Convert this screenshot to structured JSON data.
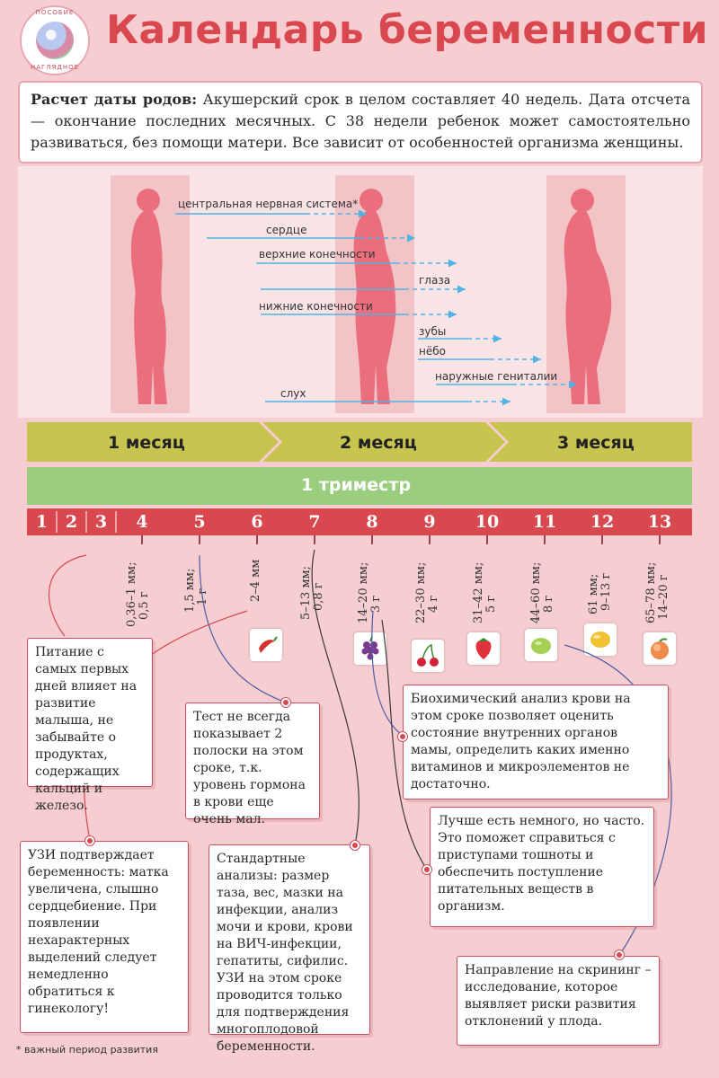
{
  "header": {
    "logo_top": "ПОСОБИЕ",
    "logo_bottom": "НАГЛЯДНОЕ",
    "title": "Календарь беременности"
  },
  "intro": {
    "lead": "Расчет даты родов:",
    "text": " Акушерский срок в целом составляет 40 недель. Дата отсчета — окончание последних месячных. С 38 недели ребенок может самостоятельно развиваться, без помощи матери. Все зависит от особенностей организма женщины."
  },
  "organs": [
    "центральная нервная система*",
    "сердце",
    "верхние конечности",
    "глаза",
    "нижние конечности",
    "зубы",
    "нёбо",
    "наружные гениталии",
    "слух"
  ],
  "months": [
    "1 месяц",
    "2 месяц",
    "3 месяц"
  ],
  "trimester": "1 триместр",
  "weeks": [
    "1",
    "2",
    "3",
    "4",
    "5",
    "6",
    "7",
    "8",
    "9",
    "10",
    "11",
    "12",
    "13"
  ],
  "sizes": [
    {
      "week": "4",
      "l1": "0,36–1 мм;",
      "l2": "0,5 г"
    },
    {
      "week": "5",
      "l1": "1,5 мм;",
      "l2": "1 г"
    },
    {
      "week": "6",
      "l1": "2–4 мм",
      "l2": ""
    },
    {
      "week": "7",
      "l1": "5–13 мм;",
      "l2": "0,8 г"
    },
    {
      "week": "8",
      "l1": "14–20 мм;",
      "l2": "3 г"
    },
    {
      "week": "9",
      "l1": "22–30 мм;",
      "l2": "4 г"
    },
    {
      "week": "10",
      "l1": "31–42 мм;",
      "l2": "5 г"
    },
    {
      "week": "11",
      "l1": "44–60 мм;",
      "l2": "8 г"
    },
    {
      "week": "12",
      "l1": "61 мм;",
      "l2": "9–13 г"
    },
    {
      "week": "13",
      "l1": "65–78 мм;",
      "l2": "14–20 г"
    }
  ],
  "callouts": {
    "nutrition": "Питание с самых первых дней влияет на развитие малыша, не забывайте о продуктах, содержащих кальций и железо.",
    "test": "Тест не всегда показывает 2 полоски на этом сроке, т.к. уровень гормона в крови еще очень мал.",
    "biochem": "Биохимический анализ крови на этом сроке позволяет оценить состояние внутренних органов мамы, определить каких именно витаминов и микроэлементов не достаточно.",
    "uzi": "УЗИ подтверждает беременность: матка увеличена, слышно сердцебиение. При появлении нехарактерных выделений следует немедленно обратиться к гинекологу!",
    "standard": "Стандартные анализы: размер таза, вес, мазки на инфекции, анализ мочи и крови, крови на ВИЧ-инфекции, гепатиты, сифилис. УЗИ на этом сроке проводится только для подтверждения многоплодовой беременности.",
    "eat": "Лучше есть немного, но часто. Это поможет справиться с приступами тошноты и обеспечить поступление питательных веществ в организм.",
    "screening": "Направление на скрининг – исследование, которое выявляет риски развития отклонений у плода."
  },
  "footnote": "* важный период развития",
  "colors": {
    "title": "#d9474f",
    "months_bar": "#c7c450",
    "trimester_bar": "#9acd7e",
    "weeks_bar": "#d9474f",
    "figure": "#ea6e7c",
    "arrow": "#4fb3e6"
  }
}
